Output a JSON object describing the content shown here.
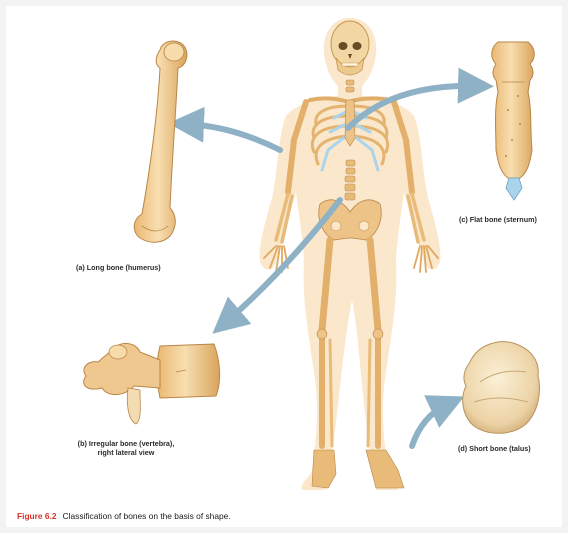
{
  "labels": {
    "long_bone": "(a) Long bone (humerus)",
    "flat_bone": "(c) Flat bone (sternum)",
    "irregular_bone_line1": "(b) Irregular bone (vertebra),",
    "irregular_bone_line2": "right lateral view",
    "short_bone": "(d) Short bone (talus)"
  },
  "caption": {
    "figure_number": "Figure 6.2",
    "text": "Classification of bones on the basis of shape."
  },
  "colors": {
    "background": "#f3f3f3",
    "card": "#ffffff",
    "bone": "#f1cf95",
    "bone_shadow": "#c89550",
    "body_silhouette": "#fbe6c6",
    "cartilage": "#a9d4ec",
    "arrow": "#8fb1c6",
    "caption_figure_number": "#d6332b"
  },
  "icons": [
    "skeleton-illustration",
    "humerus-illustration",
    "sternum-illustration",
    "vertebra-illustration",
    "talus-illustration"
  ]
}
